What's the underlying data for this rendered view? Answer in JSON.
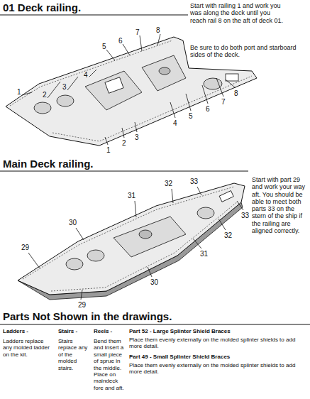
{
  "diagram": {
    "title": "01 Deck railing.",
    "labels": [
      "Start with railing 1 and work you was along the deck until you reach rail 8 on the aft of deck 01.",
      "Be sure to do both port and starboard sides of the deck.",
      "1",
      "2",
      "3",
      "4",
      "5",
      "6",
      "7",
      "8",
      "1",
      "2",
      "3",
      "4",
      "5",
      "6",
      "7",
      "8",
      "Main Deck railing.",
      "Start with part 29 and work your way aft. You should be able to meet both parts 33 on the stern of the ship if the railing are aligned correctly.",
      "29",
      "30",
      "31",
      "32",
      "33",
      "29",
      "30",
      "31",
      "32",
      "33",
      "Parts Not Shown in the drawings.",
      "Ladders -",
      "Ladders replace any molded ladder on the kit.",
      "Stairs -",
      "Stairs replace any of the molded stairs.",
      "Reels -",
      "Bend them and Insert a small piece of sprue in the middle. Place on maindeck fore and aft.",
      "Part 52 - Large Splinter Shield Braces",
      "Place them evenly externally on the molded splinter shields to add more detail.",
      "Part 49 - Small Splinter Shield Braces",
      "Place them evenly externally on the molded splinter shields to add more detail."
    ]
  }
}
